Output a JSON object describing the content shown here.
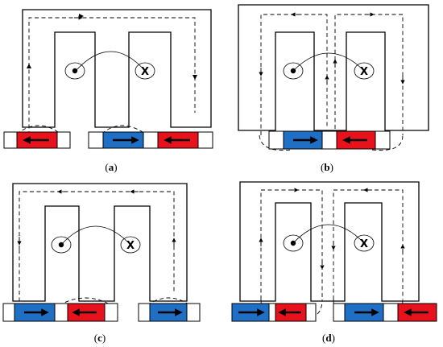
{
  "colors": {
    "magnet_blue": "#1f6fc4",
    "magnet_red": "#e8121c",
    "outline": "#000000",
    "background": "#ffffff"
  },
  "panels": [
    {
      "id": "a",
      "caption": {
        "open": "(",
        "letter": "a",
        "close": ")"
      },
      "coil_left_symbol": "dot",
      "coil_right_symbol": "X"
    },
    {
      "id": "b",
      "caption": {
        "open": "(",
        "letter": "b",
        "close": ")"
      },
      "coil_left_symbol": "dot",
      "coil_right_symbol": "X"
    },
    {
      "id": "c",
      "caption": {
        "open": "(",
        "letter": "c",
        "close": ")"
      },
      "coil_left_symbol": "dot",
      "coil_right_symbol": "X"
    },
    {
      "id": "d",
      "caption": {
        "open": "(",
        "letter": "d",
        "close": ")"
      },
      "coil_left_symbol": "dot",
      "coil_right_symbol": "X"
    }
  ]
}
